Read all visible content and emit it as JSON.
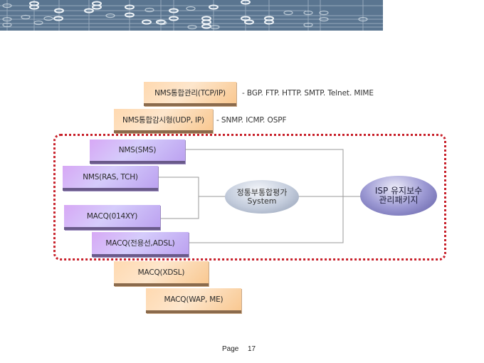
{
  "banner": {
    "icon": "circuit-pattern-banner",
    "color": "#5a7590"
  },
  "top_boxes": [
    {
      "label": "NMS통합관리(TCP/IP)",
      "description": "- BGP. FTP. HTTP. SMTP. Telnet. MIME"
    },
    {
      "label": "NMS통합감시형(UDP, IP)",
      "description": "- SNMP. ICMP. OSPF"
    }
  ],
  "group_boxes": [
    {
      "label": "NMS(SMS)"
    },
    {
      "label": "NMS(RAS, TCH)"
    },
    {
      "label": "MACQ(014XY)"
    },
    {
      "label": "MACQ(전용선,ADSL)"
    }
  ],
  "bottom_boxes": [
    {
      "label": "MACQ(XDSL)"
    },
    {
      "label": "MACQ(WAP, ME)"
    }
  ],
  "evaluation_system": {
    "line1": "정통부통합평가",
    "line2": "System"
  },
  "isp_package": {
    "line1": "ISP 유지보수",
    "line2": "관리패키지"
  },
  "colors": {
    "orange_box": "#fde6cc",
    "purple_box": "#d5ccfb",
    "dotted_border": "#c8202a",
    "connector": "#9a9a9a"
  },
  "footer": {
    "page_label": "Page",
    "page_number": "17"
  }
}
